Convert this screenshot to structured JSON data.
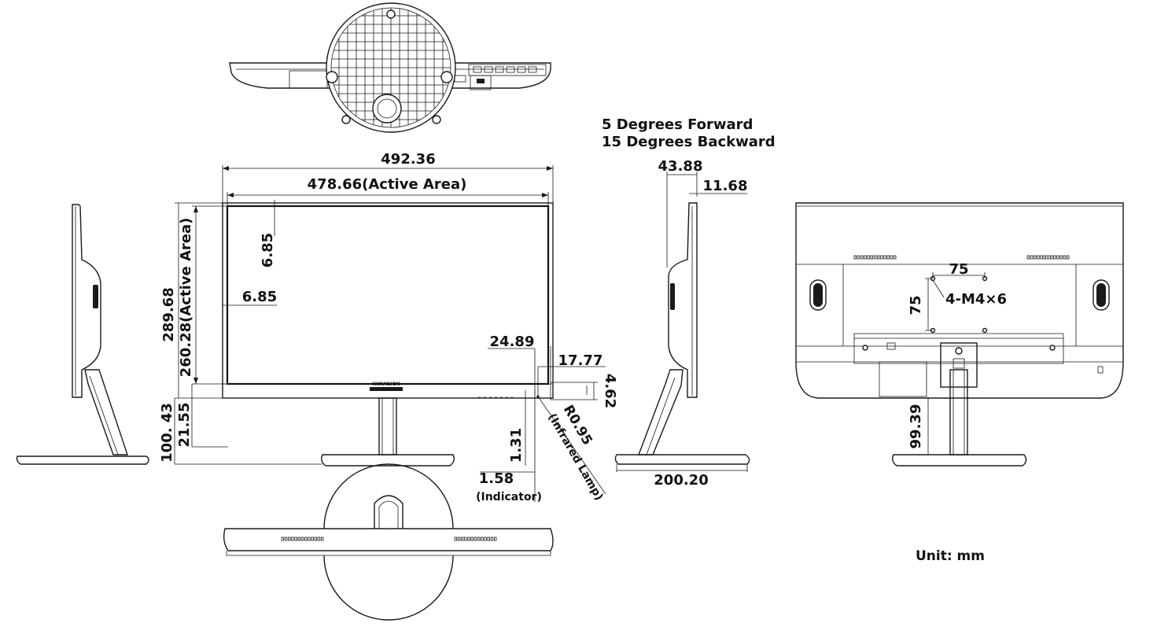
{
  "tilt": {
    "forward": "5 Degrees Forward",
    "backward": "15 Degrees Backward"
  },
  "front": {
    "overall_width": "492.36",
    "active_width": "478.66(Active Area)",
    "overall_height": "289.68",
    "active_height": "260.28(Active Area)",
    "bezel_top": "6.85",
    "bezel_side": "6.85",
    "ir_offset_x": "24.89",
    "ir_offset_x2": "17.77",
    "ir_offset_y": "4.62",
    "ir_radius": "R0.95",
    "ir_label": "(Infrared Lamp)",
    "indicator_dim": "1.31",
    "indicator_width": "1.58",
    "indicator_label": "(Indicator)",
    "stand_height": "100. 43",
    "bottom_bezel": "21.55",
    "brand_mark": "HIKVISION"
  },
  "side": {
    "depth_top": "43.88",
    "depth_panel": "11.68",
    "base_depth": "200.20"
  },
  "rear": {
    "vesa_h": "75",
    "vesa_v": "75",
    "screws": "4-M4×6",
    "stand_height": "99.39"
  },
  "unit": "Unit: mm"
}
